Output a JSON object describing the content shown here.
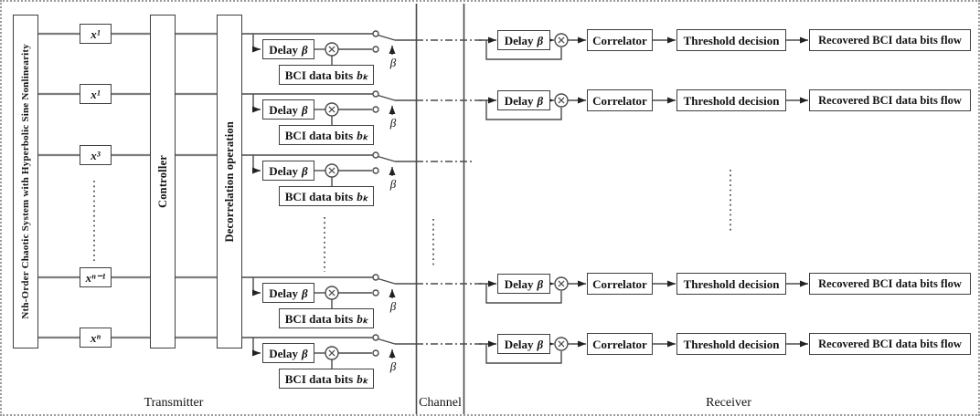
{
  "generator_label": "Nth-Order Chaotic System with Hyperbolic Sine Nonlinearity",
  "controller_label": "Controller",
  "decorrelation_label": "Decorrelation operation",
  "state_outputs": [
    "x¹",
    "x¹",
    "x³",
    "xⁿ⁻¹",
    "xⁿ"
  ],
  "labels": {
    "delay_word": "Delay",
    "beta": "β",
    "bci_prefix": "BCI data bits",
    "bci_sub": "bₖ",
    "correlator": "Correlator",
    "threshold": "Threshold decision",
    "recovered": "Recovered BCI data bits flow"
  },
  "sections": {
    "transmitter": "Transmitter",
    "channel": "Channel",
    "receiver": "Receiver"
  }
}
